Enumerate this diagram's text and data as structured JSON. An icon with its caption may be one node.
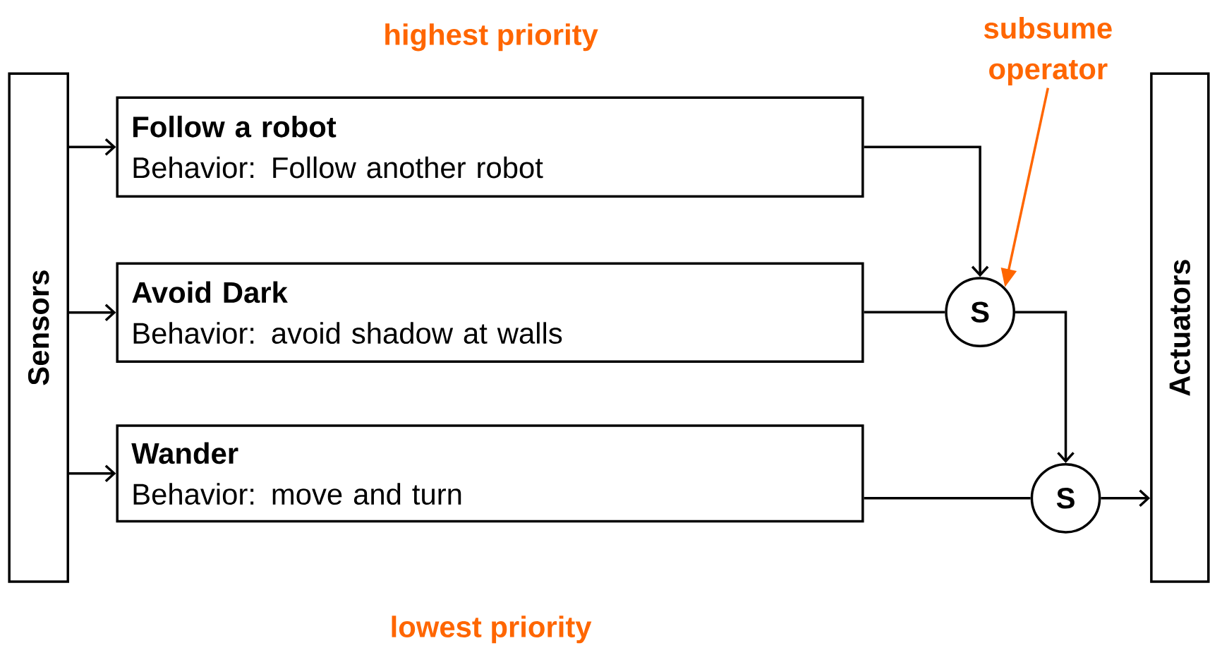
{
  "diagram": {
    "nodes": [
      {
        "text": [
          "Sensors"
        ]
      },
      {
        "text": [
          "Actuators"
        ]
      },
      {
        "text": [
          "Follow a robot",
          "Behavior: Follow another robot"
        ]
      },
      {
        "text": [
          "Avoid Dark",
          "Behavior: avoid shadow at walls"
        ]
      },
      {
        "text": [
          "Wander",
          "Behavior: move and turn"
        ]
      },
      {
        "text": [
          "S"
        ]
      },
      {
        "text": [
          "S"
        ]
      },
      {
        "text": [
          "subsume operator"
        ]
      }
    ],
    "edges": [
      {
        "from": 0,
        "to": 2,
        "arrow": "to"
      },
      {
        "from": 0,
        "to": 3,
        "arrow": "to"
      },
      {
        "from": 0,
        "to": 4,
        "arrow": "to"
      },
      {
        "from": 2,
        "to": 5,
        "arrow": "to"
      },
      {
        "from": 3,
        "to": 5,
        "arrow": "none"
      },
      {
        "from": 5,
        "to": 6,
        "arrow": "to"
      },
      {
        "from": 4,
        "to": 6,
        "arrow": "none"
      },
      {
        "from": 6,
        "to": 1,
        "arrow": "to"
      },
      {
        "from": 7,
        "to": 5,
        "arrow": "to",
        "color": "#ff6600"
      }
    ],
    "labels": [
      "highest priority",
      "lowest priority"
    ]
  }
}
